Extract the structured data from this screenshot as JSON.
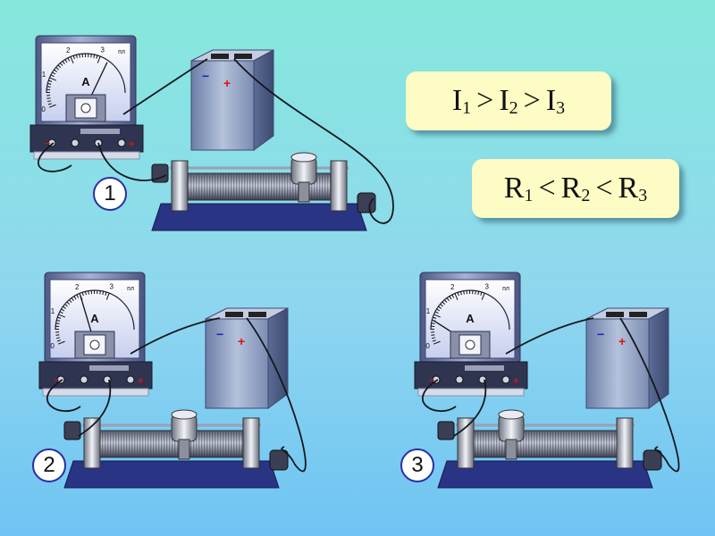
{
  "formulas": {
    "currents": {
      "sym": "I",
      "subs": [
        "1",
        "2",
        "3"
      ],
      "op": ">"
    },
    "resistances": {
      "sym": "R",
      "subs": [
        "1",
        "2",
        "3"
      ],
      "op": "<"
    }
  },
  "setups": [
    {
      "label": "1",
      "needle_value": 3.3
    },
    {
      "label": "2",
      "needle_value": 2.0
    },
    {
      "label": "3",
      "needle_value": 0.8
    }
  ],
  "meter": {
    "unit_label": "A",
    "corner_label": "пл",
    "scale": [
      "0",
      "1",
      "2",
      "3"
    ],
    "minus": "−",
    "plus": "+"
  },
  "battery": {
    "minus": "−",
    "plus": "+"
  },
  "colors": {
    "minus": "#1a22c8",
    "plus": "#e01010",
    "case": "#6e7aa8",
    "base": "#2a3484"
  }
}
